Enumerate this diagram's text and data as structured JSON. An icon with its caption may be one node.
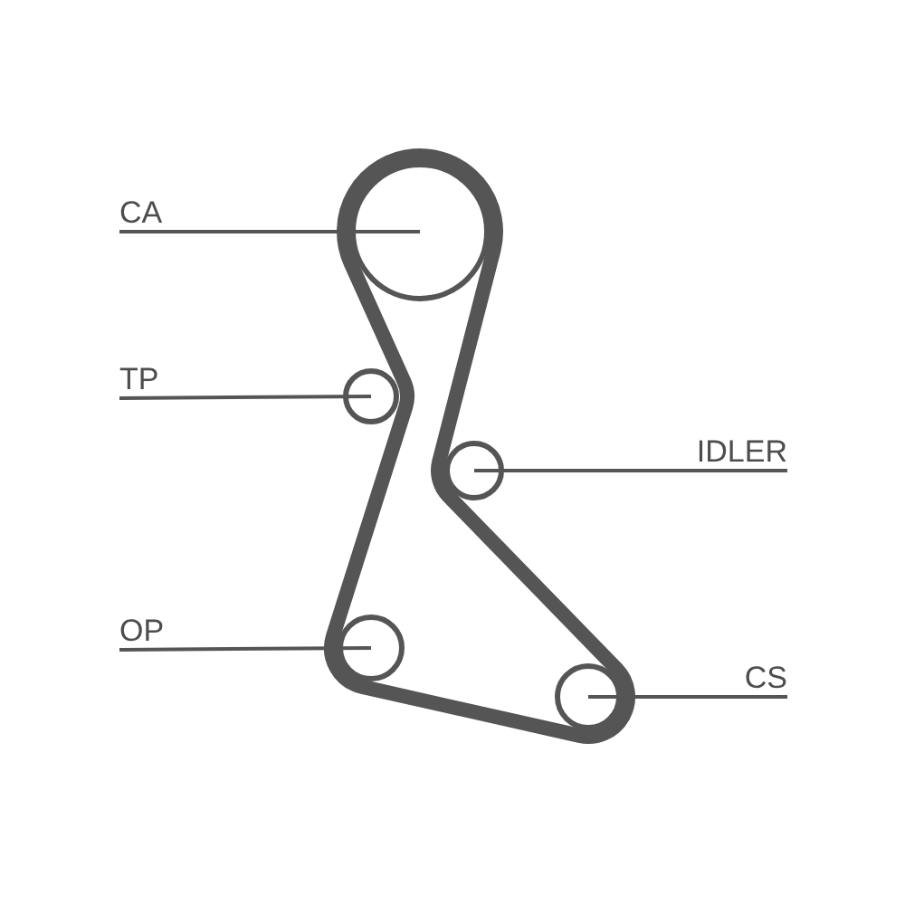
{
  "diagram": {
    "nodes": [
      {
        "text": [
          "CA"
        ]
      },
      {
        "text": [],
        "shape": "circle"
      },
      {
        "text": [
          "TP"
        ]
      },
      {
        "text": [],
        "shape": "circle"
      },
      {
        "text": [
          "IDLER"
        ]
      },
      {
        "text": [],
        "shape": "circle"
      },
      {
        "text": [
          "OP"
        ]
      },
      {
        "text": [],
        "shape": "circle"
      },
      {
        "text": [
          "CS"
        ]
      },
      {
        "text": [],
        "shape": "circle"
      }
    ],
    "edges": [
      {
        "from": 0,
        "to": 1,
        "arrow": "none"
      },
      {
        "from": 2,
        "to": 3,
        "arrow": "none"
      },
      {
        "from": 4,
        "to": 5,
        "arrow": "none"
      },
      {
        "from": 6,
        "to": 7,
        "arrow": "none"
      },
      {
        "from": 8,
        "to": 9,
        "arrow": "none"
      }
    ]
  }
}
